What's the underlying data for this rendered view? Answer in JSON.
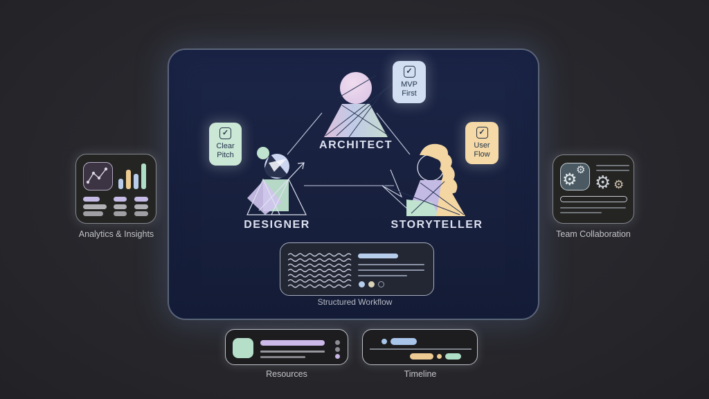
{
  "icons": {
    "checkbox_check": "✓",
    "gear": "⚙"
  },
  "panel": {
    "roles": {
      "architect": {
        "label": "ARCHITECT"
      },
      "designer": {
        "label": "DESIGNER"
      },
      "storyteller": {
        "label": "STORYTELLER"
      }
    },
    "badges": {
      "clear_pitch": {
        "line1": "Clear",
        "line2": "Pitch"
      },
      "mvp_first": {
        "line1": "MVP",
        "line2": "First"
      },
      "user_flow": {
        "line1": "User",
        "line2": "Flow"
      }
    },
    "workflow": {
      "caption": "Structured Workflow"
    }
  },
  "cards": {
    "analytics": {
      "caption": "Analytics & Insights"
    },
    "collaboration": {
      "caption": "Team Collaboration"
    },
    "resources": {
      "caption": "Resources"
    },
    "timeline": {
      "caption": "Timeline"
    }
  },
  "colors": {
    "background": "#27272c",
    "panel_fill": "#18213f",
    "panel_border": "#5b6579",
    "badge_mint": "#cbe7d6",
    "badge_blue": "#d2dff2",
    "badge_tan": "#f5d9a6",
    "pastel_pink": "#e9c9e4",
    "pastel_lavender": "#cdc4ee",
    "pastel_blue": "#b9cce9",
    "pastel_green": "#aedec6",
    "pastel_tan": "#f3d6a2",
    "caption_text": "#c4c5ca"
  }
}
